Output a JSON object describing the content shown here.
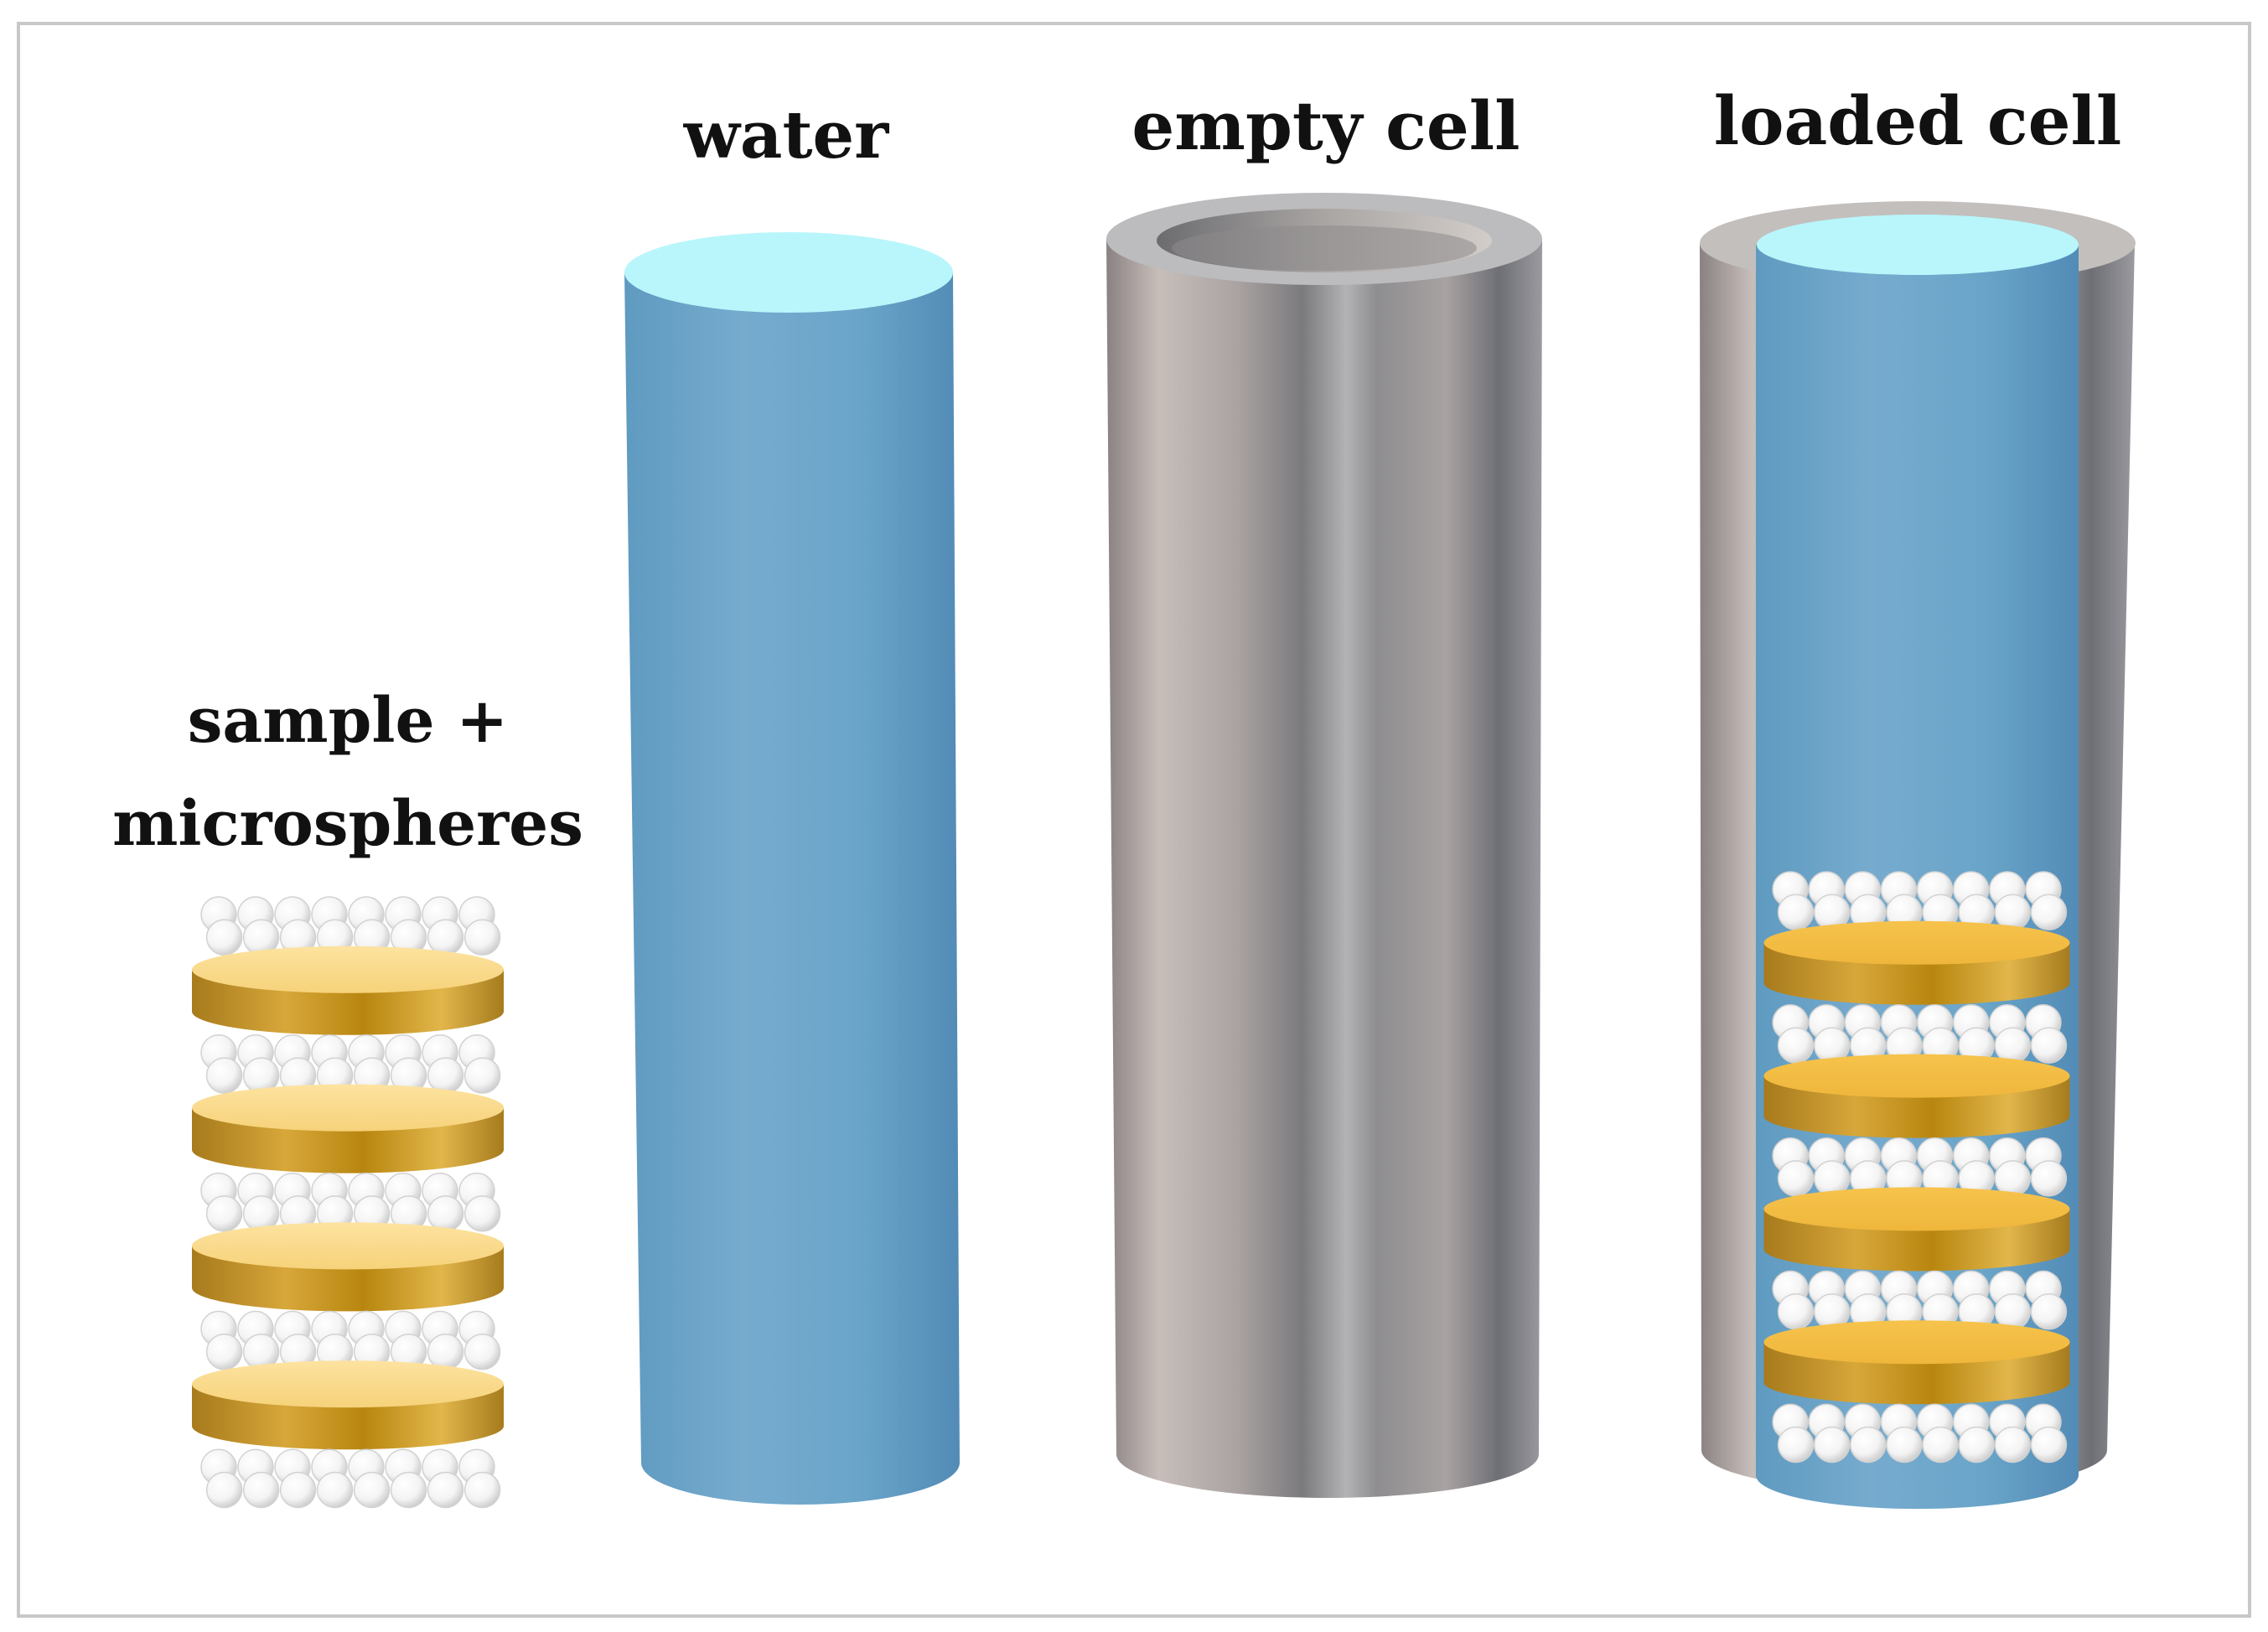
{
  "labels": {
    "sample_line1": "sample +",
    "sample_line2": "microspheres",
    "water": "water",
    "empty_cell": "empty cell",
    "loaded_cell": "loaded cell"
  },
  "colors": {
    "frame": "#c8c8c8",
    "water_side": "#6ea6c8",
    "water_top": "#b8f6fb",
    "metal_light": "#c9c1bc",
    "metal_dark": "#6f6f72",
    "gold_top": "#f7cf62",
    "gold_side": "#c4921f",
    "sphere": "#ffffff"
  },
  "diagram": {
    "sample_stack": {
      "disks": 4,
      "sphere_layers": 5
    },
    "loaded_cell": {
      "disks": 4,
      "sphere_layers": 5
    }
  }
}
